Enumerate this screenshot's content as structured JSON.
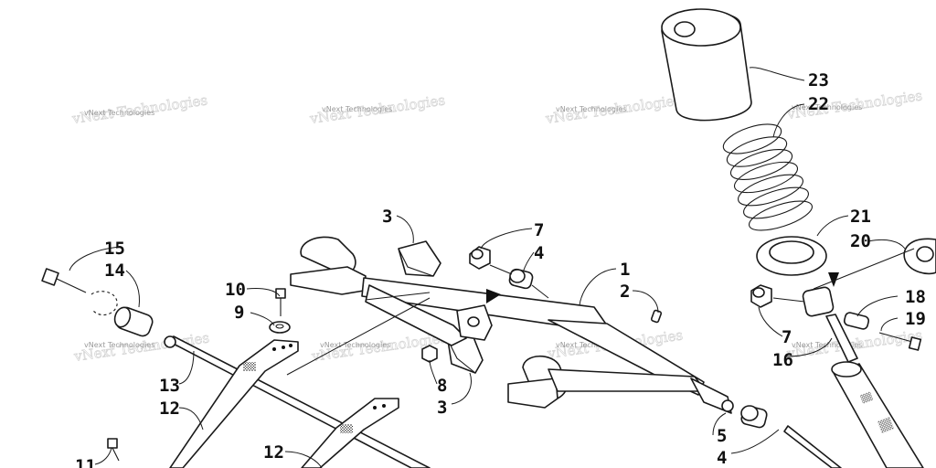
{
  "watermark": {
    "text": "vNext Technologies"
  },
  "callouts": [
    {
      "id": "c-23",
      "label": "23"
    },
    {
      "id": "c-22",
      "label": "22"
    },
    {
      "id": "c-21",
      "label": "21"
    },
    {
      "id": "c-20",
      "label": "20"
    },
    {
      "id": "c-18",
      "label": "18"
    },
    {
      "id": "c-19",
      "label": "19"
    },
    {
      "id": "c-7a",
      "label": "7"
    },
    {
      "id": "c-16",
      "label": "16"
    },
    {
      "id": "c-3a",
      "label": "3"
    },
    {
      "id": "c-7b",
      "label": "7"
    },
    {
      "id": "c-4a",
      "label": "4"
    },
    {
      "id": "c-1",
      "label": "1"
    },
    {
      "id": "c-2",
      "label": "2"
    },
    {
      "id": "c-15",
      "label": "15"
    },
    {
      "id": "c-14",
      "label": "14"
    },
    {
      "id": "c-10",
      "label": "10"
    },
    {
      "id": "c-9",
      "label": "9"
    },
    {
      "id": "c-8",
      "label": "8"
    },
    {
      "id": "c-3b",
      "label": "3"
    },
    {
      "id": "c-13",
      "label": "13"
    },
    {
      "id": "c-12a",
      "label": "12"
    },
    {
      "id": "c-12b",
      "label": "12"
    },
    {
      "id": "c-11",
      "label": "11"
    },
    {
      "id": "c-5",
      "label": "5"
    },
    {
      "id": "c-4b",
      "label": "4"
    }
  ]
}
